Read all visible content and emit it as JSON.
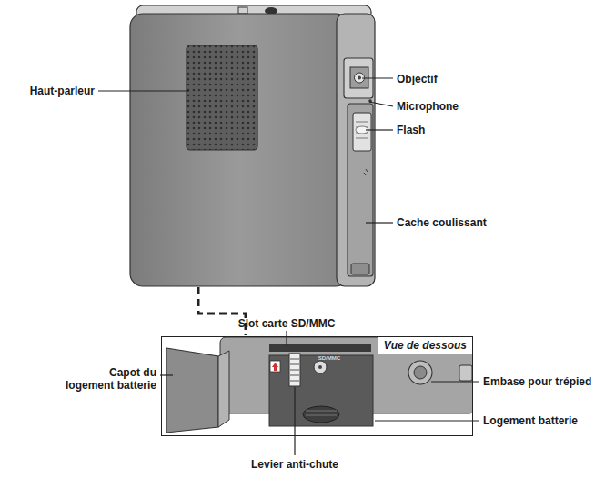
{
  "diagram": {
    "nodes": [
      {
        "text": [
          "Vue de dessous"
        ]
      }
    ],
    "labels": [
      "Haut-parleur",
      "Objectif",
      "Microphone",
      "Flash",
      "Cache coulissant",
      "Slot carte SD/MMC",
      "Capot du logement batterie",
      "Embase pour trépied",
      "Logement batterie",
      "Levier anti-chute",
      "SD/MMC"
    ]
  }
}
